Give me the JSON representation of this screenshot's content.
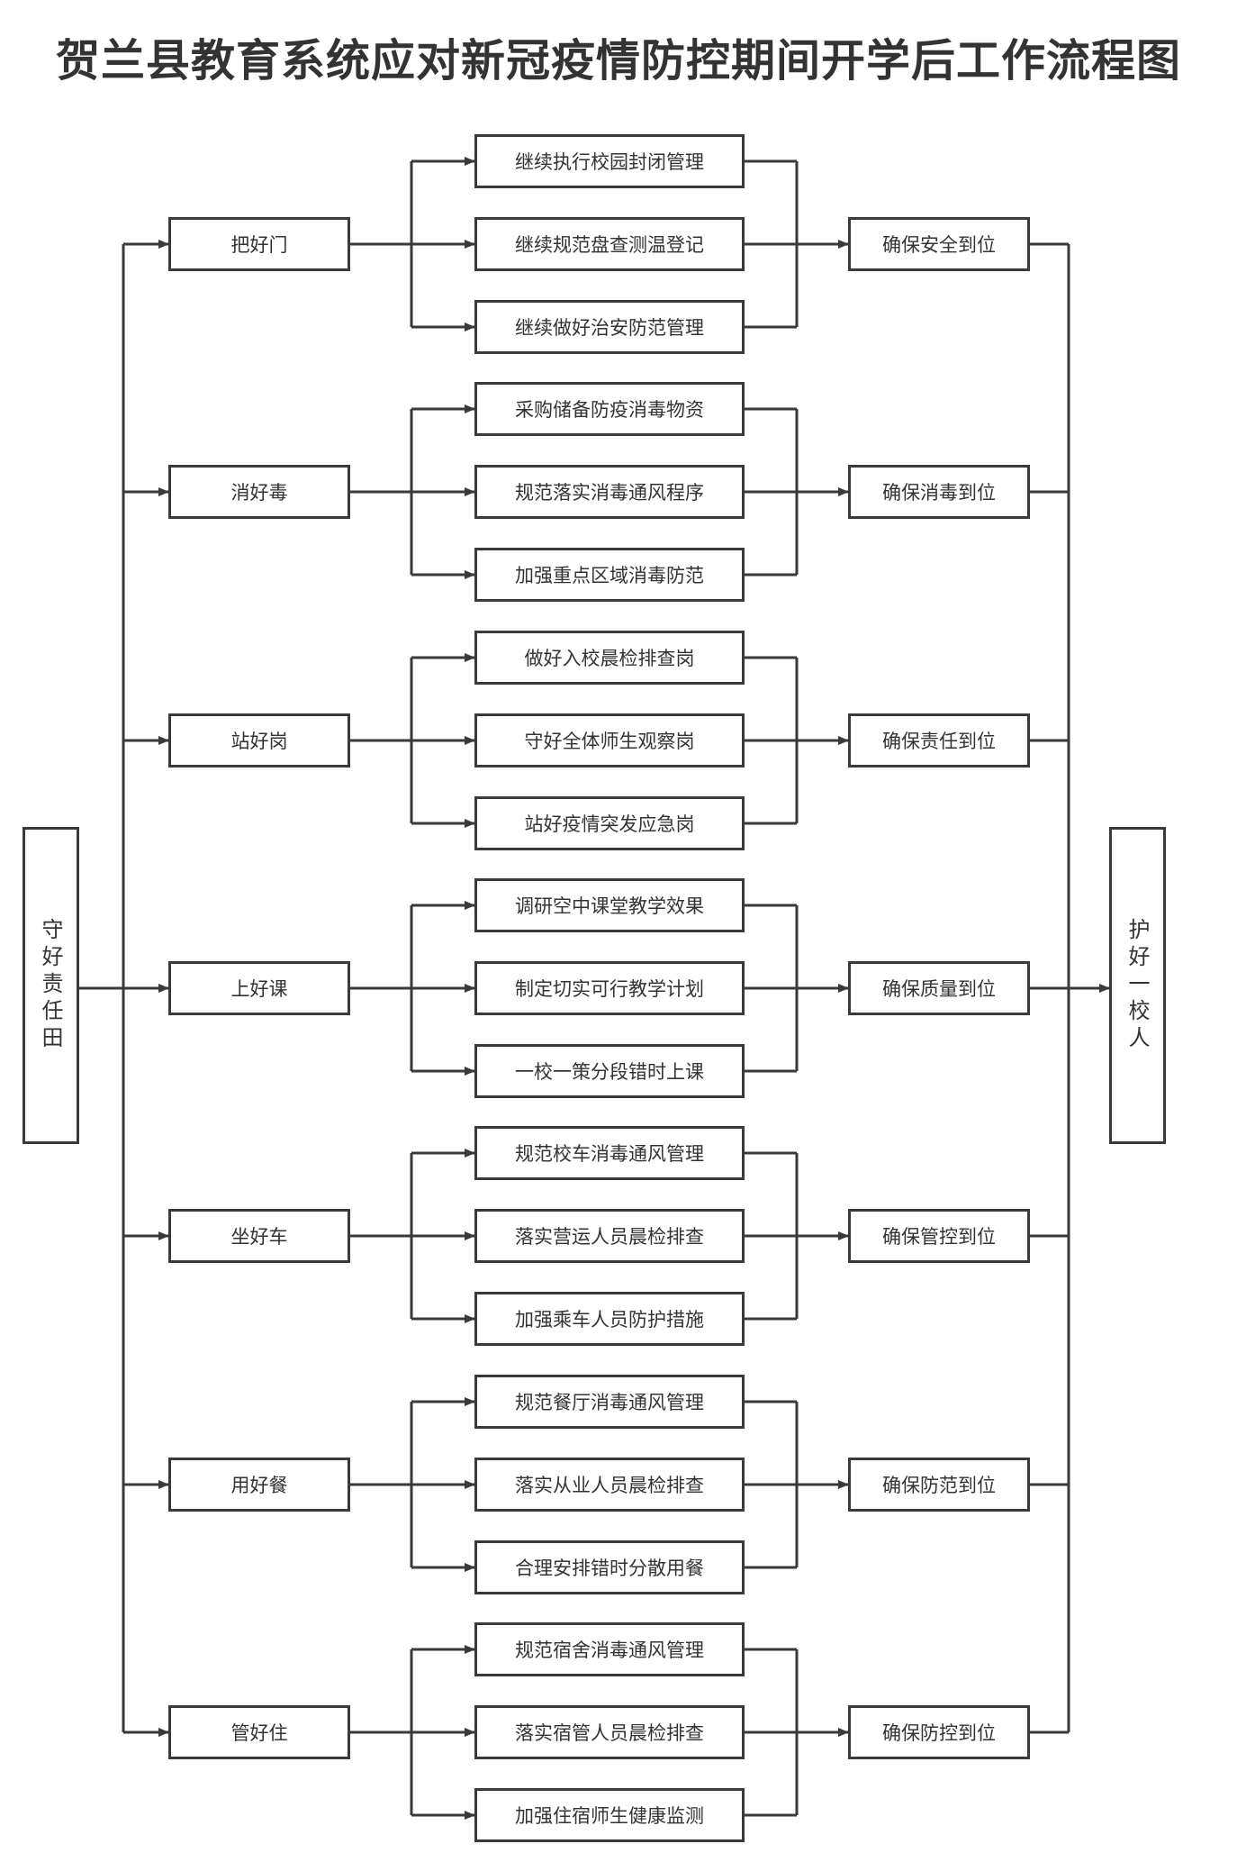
{
  "title": "贺兰县教育系统应对新冠疫情防控期间开学后工作流程图",
  "source": {
    "label": "守好责任田"
  },
  "target": {
    "label": "护好一校人"
  },
  "groups": [
    {
      "category": "把好门",
      "actions": [
        "继续执行校园封闭管理",
        "继续规范盘查测温登记",
        "继续做好治安防范管理"
      ],
      "result": "确保安全到位"
    },
    {
      "category": "消好毒",
      "actions": [
        "采购储备防疫消毒物资",
        "规范落实消毒通风程序",
        "加强重点区域消毒防范"
      ],
      "result": "确保消毒到位"
    },
    {
      "category": "站好岗",
      "actions": [
        "做好入校晨检排查岗",
        "守好全体师生观察岗",
        "站好疫情突发应急岗"
      ],
      "result": "确保责任到位"
    },
    {
      "category": "上好课",
      "actions": [
        "调研空中课堂教学效果",
        "制定切实可行教学计划",
        "一校一策分段错时上课"
      ],
      "result": "确保质量到位"
    },
    {
      "category": "坐好车",
      "actions": [
        "规范校车消毒通风管理",
        "落实营运人员晨检排查",
        "加强乘车人员防护措施"
      ],
      "result": "确保管控到位"
    },
    {
      "category": "用好餐",
      "actions": [
        "规范餐厅消毒通风管理",
        "落实从业人员晨检排查",
        "合理安排错时分散用餐"
      ],
      "result": "确保防范到位"
    },
    {
      "category": "管好住",
      "actions": [
        "规范宿舍消毒通风管理",
        "落实宿管人员晨检排查",
        "加强住宿师生健康监测"
      ],
      "result": "确保防控到位"
    }
  ],
  "colors": {
    "line": "#3a3a3a",
    "text": "#333333",
    "background": "#ffffff"
  }
}
